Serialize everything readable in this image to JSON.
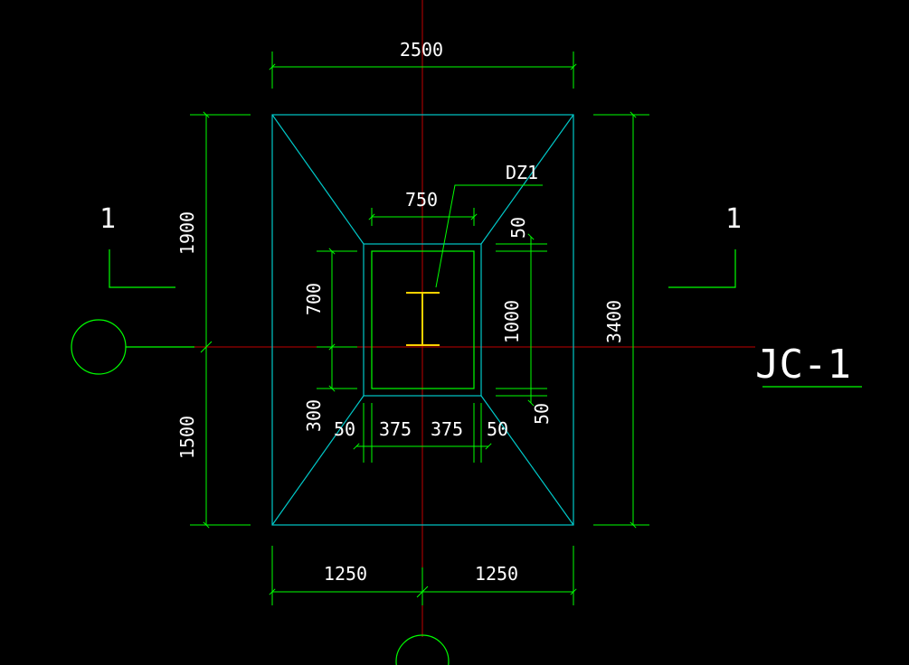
{
  "colors": {
    "background": "#000000",
    "dimension": "#00ff00",
    "outline": "#00c8c8",
    "axis": "#c00000",
    "column": "#ffd200",
    "text": "#ffffff"
  },
  "drawing": {
    "name": "JC-1",
    "column_label": "DZ1",
    "section_mark": "1",
    "dims": {
      "top_width": "2500",
      "inner_width": "750",
      "top_gap": "50",
      "bottom_gap": "50",
      "left_gap": "50",
      "right_gap": "50",
      "half_left_inner": "375",
      "half_right_inner": "375",
      "inner_height": "1000",
      "column_height": "700",
      "column_low": "300",
      "upper_height": "1900",
      "lower_height": "1500",
      "total_height": "3400",
      "bottom_left": "1250",
      "bottom_right": "1250"
    }
  }
}
